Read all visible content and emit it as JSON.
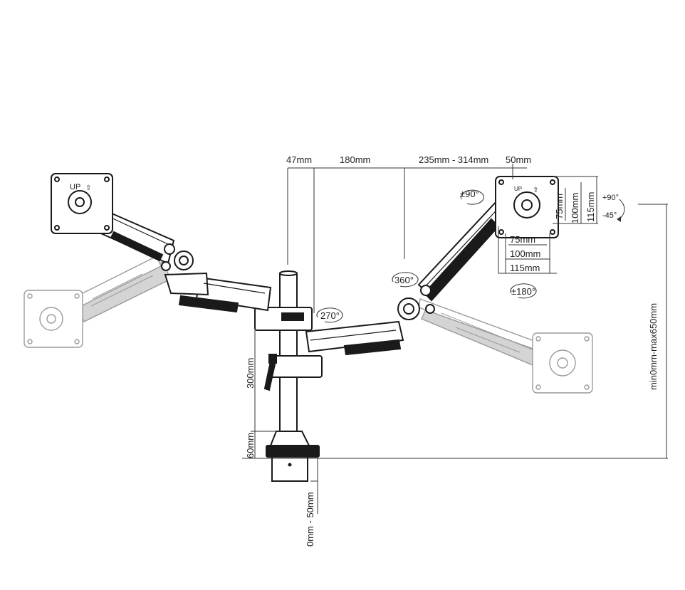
{
  "dimensions": {
    "top_47": "47mm",
    "top_180": "180mm",
    "top_235_314": "235mm - 314mm",
    "top_50": "50mm",
    "vesa_h_75": "75mm",
    "vesa_h_100": "100mm",
    "vesa_h_115": "115mm",
    "vesa_v_75": "75mm",
    "vesa_v_100": "100mm",
    "vesa_v_115": "115mm",
    "pole_300": "300mm",
    "base_60": "60mm",
    "desk_0_50": "0mm - 50mm",
    "height_range": "min0mm-max650mm"
  },
  "rotations": {
    "swivel_90": "±90°",
    "swivel_360": "360°",
    "swivel_270": "270°",
    "rotate_180": "±180°",
    "tilt_up": "+90°",
    "tilt_down": "-45°"
  },
  "plate_marks": {
    "up": "UP"
  }
}
